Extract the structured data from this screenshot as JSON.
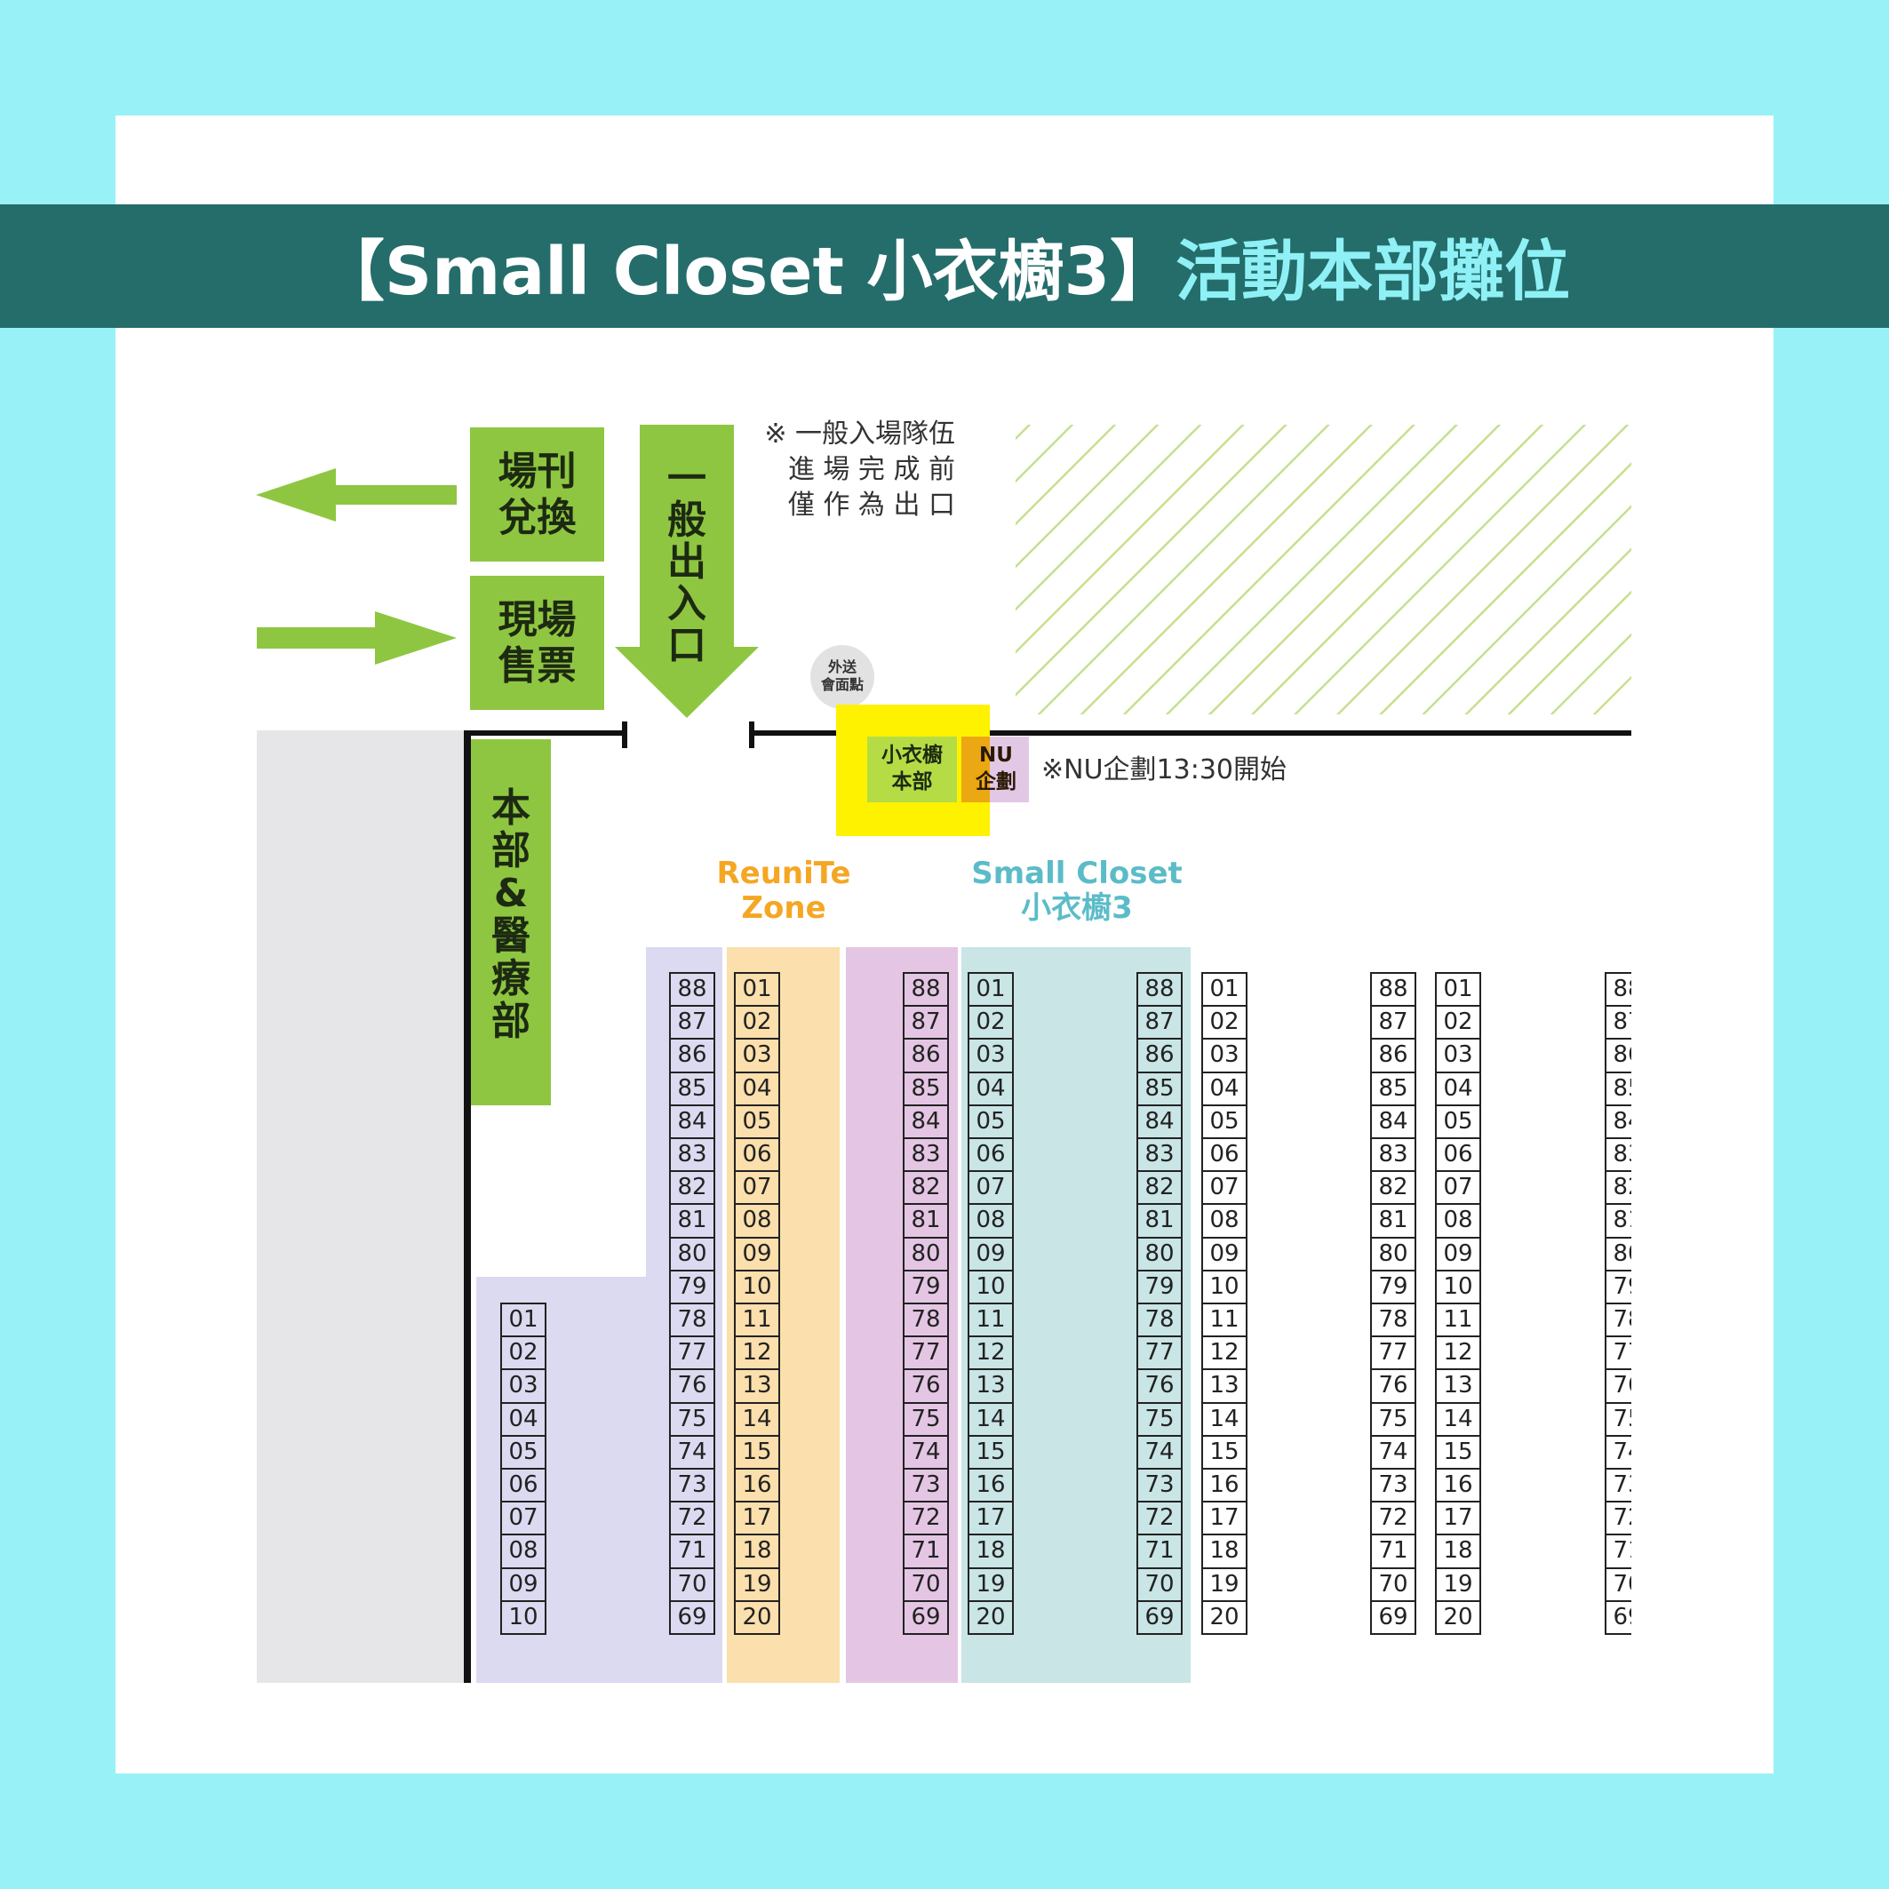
{
  "banner": {
    "part1": "【Small Closet 小衣櫥3】",
    "part2": "活動本部攤位"
  },
  "labels": {
    "program_exchange": [
      "場刊",
      "兌換"
    ],
    "onsite_tickets": [
      "現場",
      "售票"
    ],
    "entrance": [
      "一",
      "般",
      "出",
      "入",
      "口"
    ],
    "entrance_note": [
      "※ 一般入場隊伍",
      "進 場 完 成 前",
      "僅 作 為 出 口"
    ],
    "meeting_point": [
      "外送",
      "會面點"
    ],
    "hq_small_closet": [
      "小衣櫥",
      "本部"
    ],
    "nu_plan": [
      "NU",
      "企劃"
    ],
    "nu_note": "※NU企劃13:30開始",
    "hq_medical": [
      "本",
      "部",
      "&",
      "醫",
      "療",
      "部"
    ],
    "reunite_zone": [
      "ReuniTe",
      "Zone"
    ],
    "small_closet_zone": [
      "Small Closet",
      "小衣櫥3"
    ]
  },
  "colors": {
    "background": "#98f1f7",
    "banner": "#246d6b",
    "banner_accent": "#8ff1f6",
    "green": "#8fc641",
    "purple_zone": "#dcdaf0",
    "orange_zone": "#fbdfac",
    "pink_zone": "#e4c6e4",
    "teal_zone": "#c9e5e6",
    "yellow_hq": "#fff200",
    "gray_area": "#e6e6e8",
    "hatch": "#c6e08e",
    "reunite_text": "#f5a623",
    "small_closet_text": "#5bbcc8"
  },
  "booth_columns": {
    "left_small": [
      "01",
      "02",
      "03",
      "04",
      "05",
      "06",
      "07",
      "08",
      "09",
      "10"
    ],
    "desc_88_69": [
      "88",
      "87",
      "86",
      "85",
      "84",
      "83",
      "82",
      "81",
      "80",
      "79",
      "78",
      "77",
      "76",
      "75",
      "74",
      "73",
      "72",
      "71",
      "70",
      "69"
    ],
    "asc_01_20": [
      "01",
      "02",
      "03",
      "04",
      "05",
      "06",
      "07",
      "08",
      "09",
      "10",
      "11",
      "12",
      "13",
      "14",
      "15",
      "16",
      "17",
      "18",
      "19",
      "20"
    ]
  }
}
